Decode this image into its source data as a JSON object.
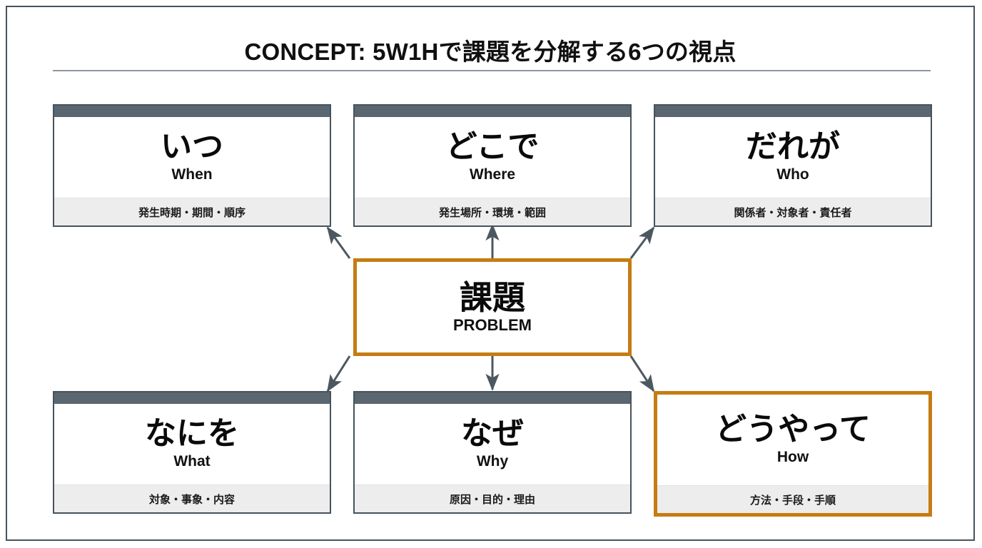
{
  "slide": {
    "title": "CONCEPT: 5W1Hで課題を分解する6つの視点",
    "accent_color": "#c67c12",
    "bar_color": "#5a6670",
    "border_color": "#47535c",
    "footer_color": "#ededed"
  },
  "center": {
    "jp": "課題",
    "en": "PROBLEM"
  },
  "cards": [
    {
      "jp": "いつ",
      "en": "When",
      "detail": "発生時期・期間・順序",
      "highlighted": false
    },
    {
      "jp": "どこで",
      "en": "Where",
      "detail": "発生場所・環境・範囲",
      "highlighted": false
    },
    {
      "jp": "だれが",
      "en": "Who",
      "detail": "関係者・対象者・責任者",
      "highlighted": false
    },
    {
      "jp": "なにを",
      "en": "What",
      "detail": "対象・事象・内容",
      "highlighted": false
    },
    {
      "jp": "なぜ",
      "en": "Why",
      "detail": "原因・目的・理由",
      "highlighted": false
    },
    {
      "jp": "どうやって",
      "en": "How",
      "detail": "方法・手段・手順",
      "highlighted": true
    }
  ]
}
